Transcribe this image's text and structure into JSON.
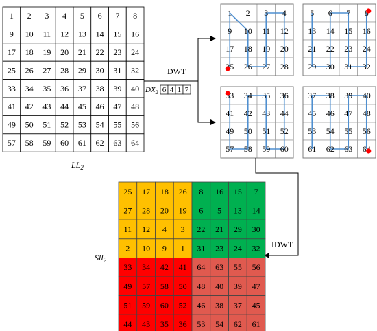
{
  "labels": {
    "dwt": "DWT",
    "idwt": "IDWT",
    "ll2_main": "LL",
    "ll2_sub": "2",
    "sll2_main": "Sll",
    "sll2_sub": "2",
    "dx_main": "DX",
    "dx_sub": "2"
  },
  "ll2_grid": [
    [
      "1",
      "2",
      "3",
      "4",
      "5",
      "6",
      "7",
      "8"
    ],
    [
      "9",
      "10",
      "11",
      "12",
      "13",
      "14",
      "15",
      "16"
    ],
    [
      "17",
      "18",
      "19",
      "20",
      "21",
      "22",
      "23",
      "24"
    ],
    [
      "25",
      "26",
      "27",
      "28",
      "29",
      "30",
      "31",
      "32"
    ],
    [
      "33",
      "34",
      "35",
      "36",
      "37",
      "38",
      "39",
      "40"
    ],
    [
      "41",
      "42",
      "43",
      "44",
      "45",
      "46",
      "47",
      "48"
    ],
    [
      "49",
      "50",
      "51",
      "52",
      "53",
      "54",
      "55",
      "56"
    ],
    [
      "57",
      "58",
      "59",
      "60",
      "61",
      "62",
      "63",
      "64"
    ]
  ],
  "dx_values": [
    "6",
    "4",
    "1",
    "7"
  ],
  "blocks": [
    [
      [
        "1",
        "2",
        "3",
        "4"
      ],
      [
        "9",
        "10",
        "11",
        "12"
      ],
      [
        "17",
        "18",
        "19",
        "20"
      ],
      [
        "25",
        "26",
        "27",
        "28"
      ]
    ],
    [
      [
        "5",
        "6",
        "7",
        "8"
      ],
      [
        "13",
        "14",
        "15",
        "16"
      ],
      [
        "21",
        "22",
        "23",
        "24"
      ],
      [
        "29",
        "30",
        "31",
        "32"
      ]
    ],
    [
      [
        "33",
        "34",
        "35",
        "36"
      ],
      [
        "41",
        "42",
        "43",
        "44"
      ],
      [
        "49",
        "50",
        "51",
        "52"
      ],
      [
        "57",
        "58",
        "59",
        "60"
      ]
    ],
    [
      [
        "37",
        "38",
        "39",
        "40"
      ],
      [
        "45",
        "46",
        "47",
        "48"
      ],
      [
        "53",
        "54",
        "55",
        "56"
      ],
      [
        "61",
        "62",
        "63",
        "64"
      ]
    ]
  ],
  "sll2_grid": [
    [
      "25",
      "17",
      "18",
      "26",
      "8",
      "16",
      "15",
      "7"
    ],
    [
      "27",
      "28",
      "20",
      "19",
      "6",
      "5",
      "13",
      "14"
    ],
    [
      "11",
      "12",
      "4",
      "3",
      "22",
      "21",
      "29",
      "30"
    ],
    [
      "2",
      "10",
      "9",
      "1",
      "31",
      "23",
      "24",
      "32"
    ],
    [
      "33",
      "34",
      "42",
      "41",
      "64",
      "63",
      "55",
      "56"
    ],
    [
      "49",
      "57",
      "58",
      "50",
      "48",
      "40",
      "39",
      "47"
    ],
    [
      "51",
      "59",
      "60",
      "52",
      "46",
      "38",
      "37",
      "45"
    ],
    [
      "44",
      "43",
      "35",
      "36",
      "53",
      "54",
      "62",
      "61"
    ]
  ],
  "colors": {
    "quadrant_top_left": "#ffc000",
    "quadrant_top_right": "#00b050",
    "quadrant_bottom_left": "#ff0000",
    "quadrant_bottom_right": "#e05a4f",
    "path_line": "#4f8fd0",
    "start_dot": "#ff0000",
    "grid_line": "#000000",
    "light_grid_line": "#a0a0a0"
  }
}
